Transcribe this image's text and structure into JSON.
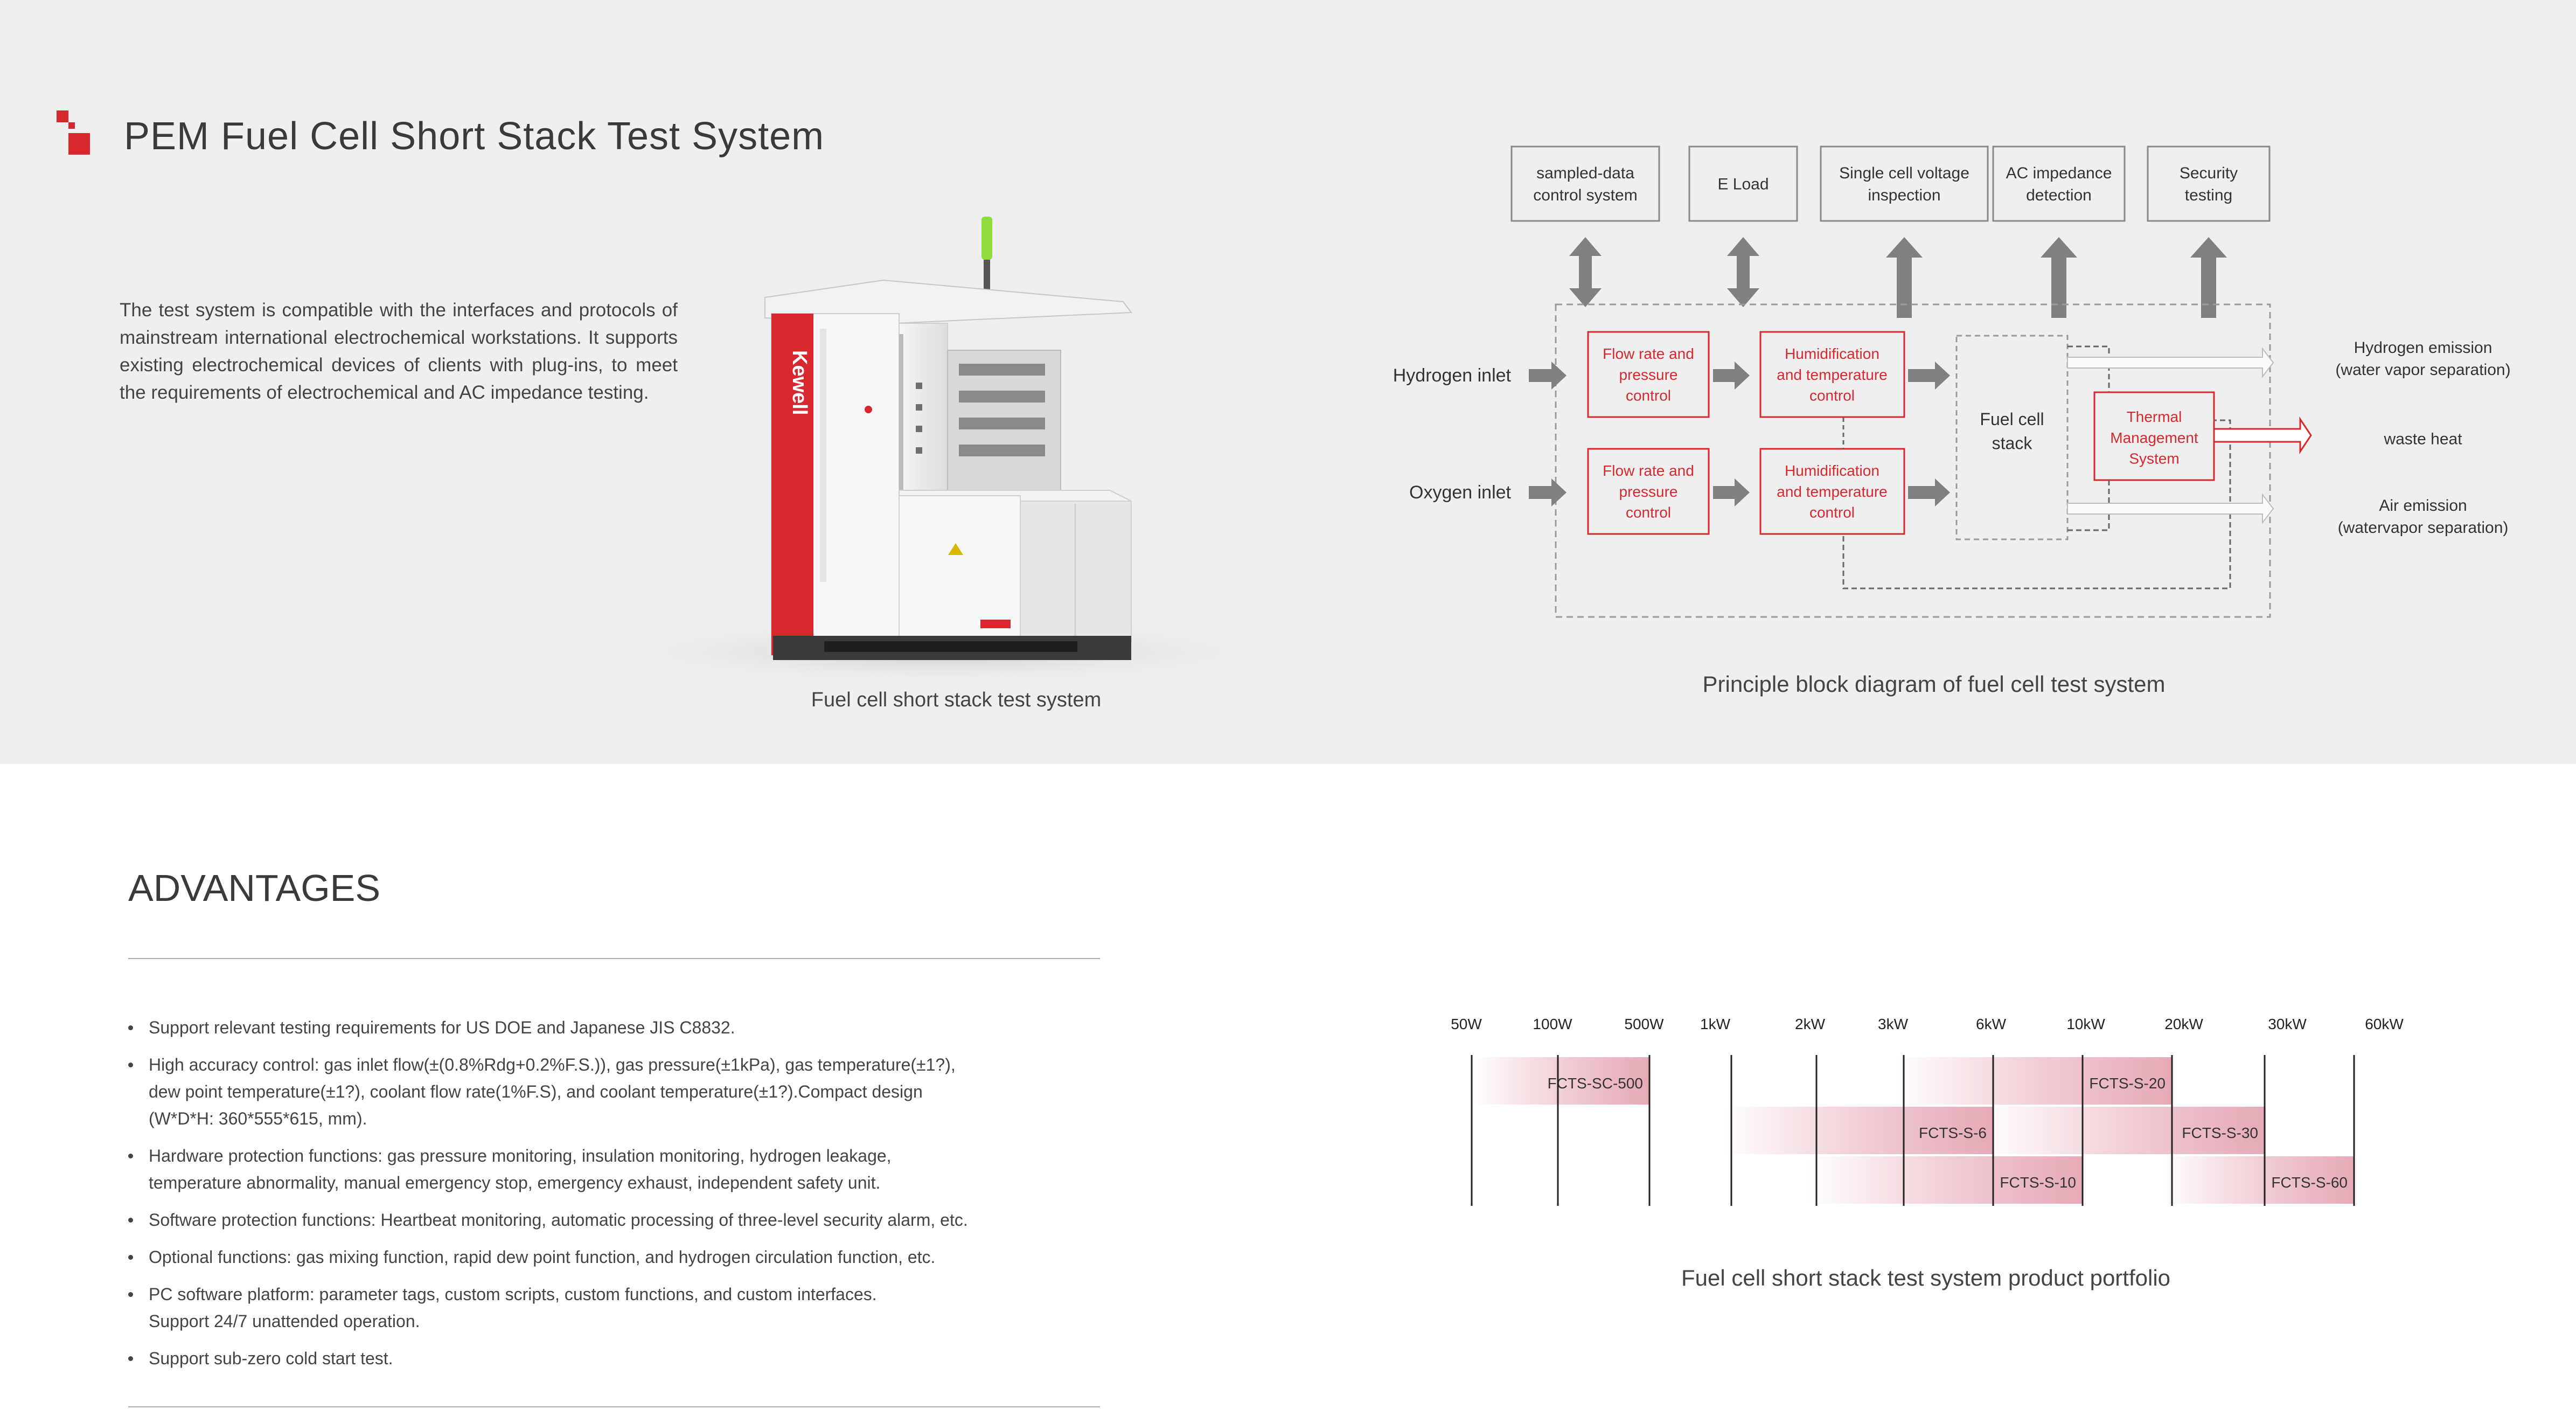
{
  "header": {
    "title": "PEM Fuel Cell Short Stack Test System"
  },
  "intro_text": "The test system is compatible with the interfaces and protocols of mainstream international electrochemical workstations. It supports existing electrochemical devices of clients with plug-ins, to meet the requirements of  electrochemical and AC impedance testing.",
  "product": {
    "caption": "Fuel cell short stack test system",
    "brand_label": "Kewell",
    "colors": {
      "brand_red": "#d7282f",
      "cabinet": "#f4f4f4",
      "status_light": "#8fdc3c"
    }
  },
  "diagram": {
    "caption": "Principle block diagram of fuel cell test system",
    "top_boxes": [
      {
        "lines": [
          "sampled-data",
          "control system"
        ],
        "arrow": "double"
      },
      {
        "lines": [
          "E Load"
        ],
        "arrow": "double"
      },
      {
        "lines": [
          "Single cell voltage",
          "inspection"
        ],
        "arrow": "up"
      },
      {
        "lines": [
          "AC impedance",
          "detection"
        ],
        "arrow": "up"
      },
      {
        "lines": [
          "Security",
          "testing"
        ],
        "arrow": "up"
      }
    ],
    "inlets": [
      "Hydrogen inlet",
      "Oxygen inlet"
    ],
    "flow_control": [
      "Flow rate and",
      "pressure",
      "control"
    ],
    "humidification": [
      "Humidification",
      "and temperature",
      "control"
    ],
    "stack": [
      "Fuel cell",
      "stack"
    ],
    "thermal": [
      "Thermal",
      "Management",
      "System"
    ],
    "outputs": [
      {
        "lines": [
          "Hydrogen emission",
          "(water vapor separation)"
        ]
      },
      {
        "lines": [
          "waste heat"
        ]
      },
      {
        "lines": [
          "Air emission",
          "(watervapor separation)"
        ]
      }
    ],
    "colors": {
      "accent_red": "#d7282f",
      "arrow_gray": "#808080",
      "box_border": "#8a8a8a"
    }
  },
  "advantages": {
    "title": "ADVANTAGES",
    "items": [
      [
        "Support relevant testing requirements for US DOE and Japanese JIS C8832."
      ],
      [
        "High accuracy control: gas inlet flow(±(0.8%Rdg+0.2%F.S.)), gas pressure(±1kPa), gas temperature(±1?),",
        "dew point temperature(±1?), coolant flow rate(1%F.S), and coolant temperature(±1?).Compact design",
        "(W*D*H: 360*555*615, mm)."
      ],
      [
        "Hardware protection functions: gas pressure monitoring, insulation monitoring, hydrogen leakage,",
        "temperature abnormality, manual emergency stop, emergency exhaust, independent safety unit."
      ],
      [
        "Software protection functions: Heartbeat monitoring, automatic processing of three-level security alarm, etc."
      ],
      [
        "Optional functions: gas mixing function, rapid dew point function, and hydrogen circulation function, etc."
      ],
      [
        "PC software platform: parameter tags, custom scripts, custom functions, and custom interfaces.",
        "Support 24/7 unattended operation."
      ],
      [
        "Support sub-zero cold start test."
      ]
    ]
  },
  "portfolio": {
    "caption": "Fuel cell short stack test system product portfolio",
    "scale_labels": [
      "50W",
      "100W",
      "500W",
      "1kW",
      "2kW",
      "3kW",
      "6kW",
      "10kW",
      "20kW",
      "30kW",
      "60kW"
    ],
    "models": [
      {
        "name": "FCTS-SC-500",
        "row": 0,
        "from": 0,
        "to": 2
      },
      {
        "name": "FCTS-S-20",
        "row": 0,
        "from": 5,
        "to": 8
      },
      {
        "name": "FCTS-S-6",
        "row": 1,
        "from": 3,
        "to": 6
      },
      {
        "name": "FCTS-S-30",
        "row": 1,
        "from": 6,
        "to": 9
      },
      {
        "name": "FCTS-S-10",
        "row": 2,
        "from": 4,
        "to": 7
      },
      {
        "name": "FCTS-S-60",
        "row": 2,
        "from": 8,
        "to": 10
      }
    ],
    "colors": {
      "band": "#e3a0ae"
    }
  }
}
